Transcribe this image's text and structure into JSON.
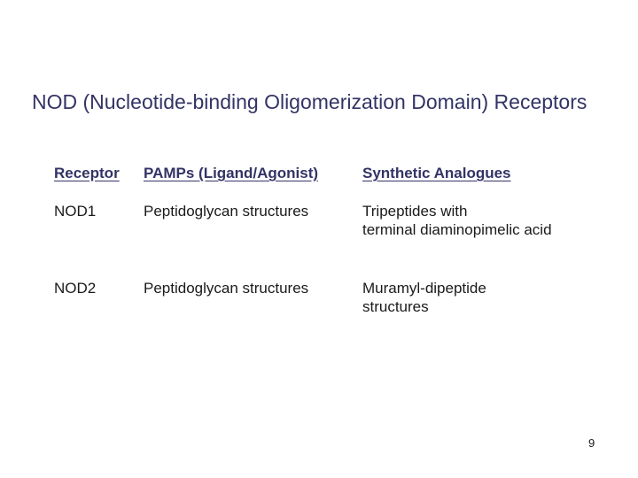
{
  "slide": {
    "title": "NOD (Nucleotide-binding Oligomerization Domain) Receptors",
    "page_number": "9",
    "colors": {
      "background": "#ffffff",
      "heading_text": "#333366",
      "body_text": "#1a1a1a"
    },
    "table": {
      "headers": [
        "Receptor",
        "PAMPs (Ligand/Agonist)",
        "Synthetic Analogues"
      ],
      "rows": [
        {
          "cells": [
            "NOD1",
            "Peptidoglycan structures",
            "Tripeptides with\nterminal diaminopimelic acid"
          ]
        },
        {
          "cells": [
            "NOD2",
            "Peptidoglycan structures",
            "Muramyl-dipeptide\nstructures"
          ]
        }
      ]
    }
  }
}
